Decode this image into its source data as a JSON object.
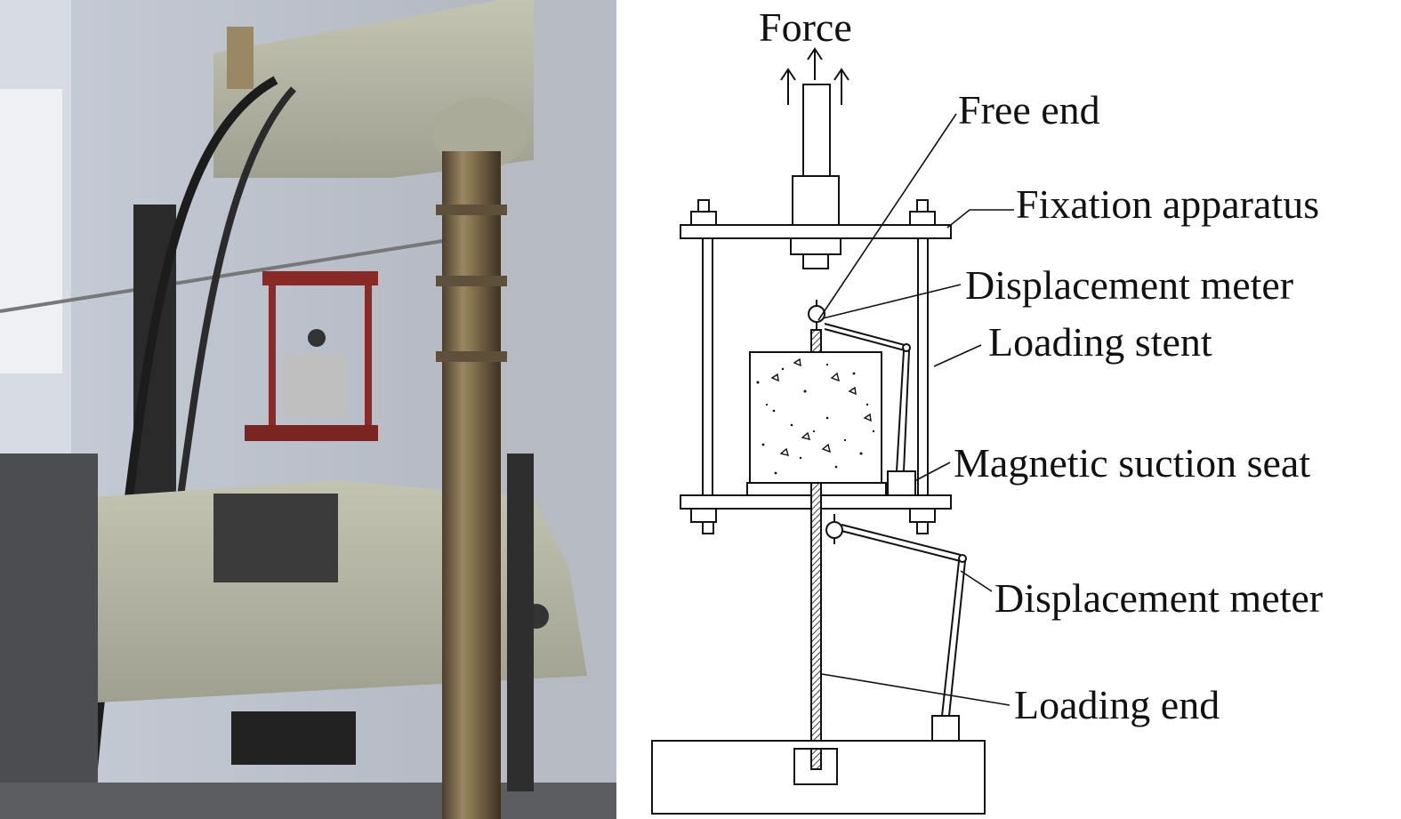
{
  "labels": {
    "force": "Force",
    "free_end": "Free end",
    "fixation_apparatus": "Fixation apparatus",
    "displacement_meter_top": "Displacement meter",
    "loading_stent": "Loading stent",
    "magnetic_suction_seat": "Magnetic suction seat",
    "displacement_meter_bottom": "Displacement meter",
    "loading_end": "Loading end"
  },
  "colors": {
    "line": "#111111",
    "background": "#ffffff",
    "photo_wall": "#c9ced6",
    "machine_body": "#b9baa8",
    "steel_column": "#7d6b4c",
    "frame_red": "#8a2a26"
  }
}
